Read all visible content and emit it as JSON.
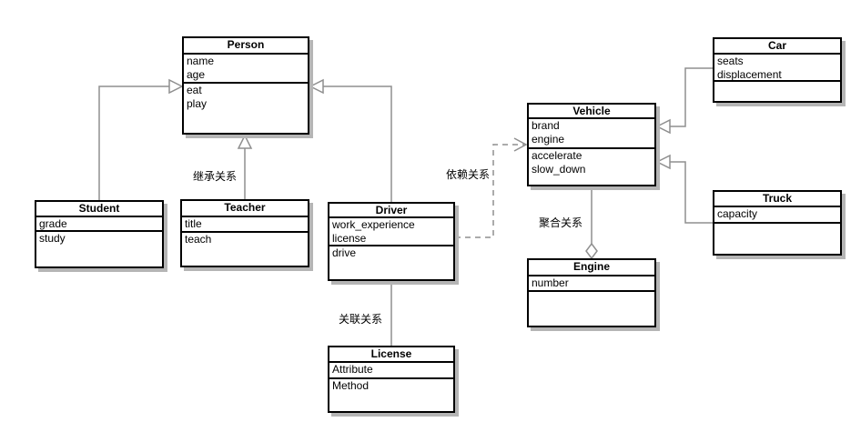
{
  "diagram": {
    "classes": [
      {
        "title": "Person",
        "attributes": [
          "name",
          "age"
        ],
        "methods": [
          "eat",
          "play"
        ]
      },
      {
        "title": "Student",
        "attributes": [
          "grade"
        ],
        "methods": [
          "study"
        ]
      },
      {
        "title": "Teacher",
        "attributes": [
          "title"
        ],
        "methods": [
          "teach"
        ]
      },
      {
        "title": "Driver",
        "attributes": [
          "work_experience",
          "license"
        ],
        "methods": [
          "drive"
        ]
      },
      {
        "title": "License",
        "attributes": [
          "Attribute"
        ],
        "methods": [
          "Method"
        ]
      },
      {
        "title": "Vehicle",
        "attributes": [
          "brand",
          "engine"
        ],
        "methods": [
          "accelerate",
          "slow_down"
        ]
      },
      {
        "title": "Engine",
        "attributes": [
          "number"
        ],
        "methods": []
      },
      {
        "title": "Car",
        "attributes": [
          "seats",
          "displacement"
        ],
        "methods": []
      },
      {
        "title": "Truck",
        "attributes": [
          "capacity"
        ],
        "methods": []
      }
    ],
    "relationship_labels": {
      "inheritance": "继承关系",
      "dependency": "依赖关系",
      "association": "关联关系",
      "aggregation": "聚合关系"
    },
    "colors": {
      "line": "#8f8f8f",
      "box_border": "#000000",
      "box_fill": "#ffffff",
      "shadow": "#b5b5b5",
      "text": "#000000"
    }
  }
}
